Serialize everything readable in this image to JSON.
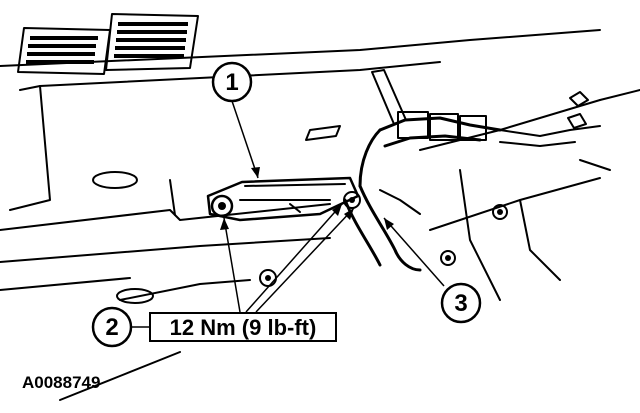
{
  "callouts": [
    {
      "number": "1"
    },
    {
      "number": "2"
    },
    {
      "number": "3"
    }
  ],
  "torque_spec": "12 Nm (9 lb-ft)",
  "figure_id": "A0088749"
}
